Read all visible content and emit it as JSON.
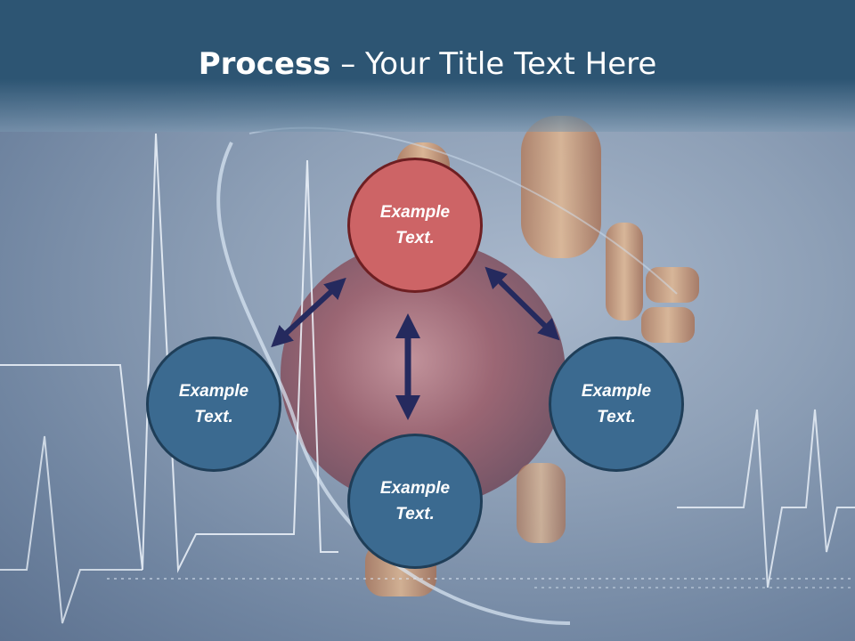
{
  "title": {
    "bold": "Process",
    "rest": " – Your Title Text Here"
  },
  "nodes": {
    "top": "Example Text.",
    "left": "Example Text.",
    "right": "Example Text.",
    "bottom": "Example Text."
  },
  "colors": {
    "header": "#2d5573",
    "node_blue": "#3b6a90",
    "node_red": "#cd6466",
    "arrow": "#252a5e"
  }
}
